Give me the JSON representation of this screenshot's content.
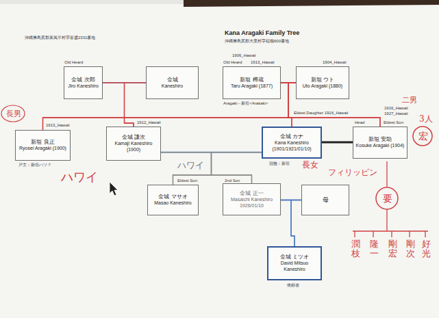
{
  "diagram": {
    "title": "Kana Aragaki Family Tree",
    "nodes": [
      {
        "text": [
          "金城 次郎",
          "Jiro Kaneshiro"
        ]
      },
      {
        "text": [
          "金城",
          "Kaneshiro"
        ]
      },
      {
        "text": [
          "新垣 樽蔵",
          "Taru Aragaki (1877)"
        ]
      },
      {
        "text": [
          "新垣 ウト",
          "Uto Aragaki (1880)"
        ]
      },
      {
        "text": [
          "新垣 良正",
          "Ryosei Aragaki (1900)"
        ]
      },
      {
        "text": [
          "金城 謙次",
          "Kamaji Kaneshiro (1900)"
        ]
      },
      {
        "text": [
          "金城 カナ",
          "Kana Kaneshiro (1901/1921/01/10)"
        ]
      },
      {
        "text": [
          "新垣 安助",
          "Kosuke Aragaki (1904)"
        ]
      },
      {
        "text": [
          "金城 マサオ",
          "Masao Kaneshiro"
        ]
      },
      {
        "text": [
          "金城 正一",
          "Masaichi Kaneshiro 1926/01/10"
        ]
      },
      {
        "text": [
          "母"
        ]
      },
      {
        "text": [
          "金城 ミツオ",
          "David Mitsuo Kaneshiro"
        ]
      }
    ],
    "edges": [
      {
        "from": 0,
        "to": 1,
        "arrow": "none"
      },
      {
        "from": 2,
        "to": 3,
        "arrow": "none"
      },
      {
        "from": 5,
        "to": 6,
        "arrow": "none"
      },
      {
        "from": 9,
        "to": 10,
        "arrow": "none"
      },
      {
        "from": 0,
        "to": 5,
        "arrow": "none"
      },
      {
        "from": 1,
        "to": 5,
        "arrow": "none"
      },
      {
        "from": 2,
        "to": 4,
        "arrow": "none"
      },
      {
        "from": 3,
        "to": 4,
        "arrow": "none"
      },
      {
        "from": 2,
        "to": 6,
        "arrow": "none"
      },
      {
        "from": 3,
        "to": 6,
        "arrow": "none"
      },
      {
        "from": 2,
        "to": 7,
        "arrow": "none"
      },
      {
        "from": 3,
        "to": 7,
        "arrow": "none"
      },
      {
        "from": 5,
        "to": 8,
        "arrow": "none"
      },
      {
        "from": 6,
        "to": 8,
        "arrow": "none"
      },
      {
        "from": 5,
        "to": 9,
        "arrow": "none"
      },
      {
        "from": 6,
        "to": 9,
        "arrow": "none"
      },
      {
        "from": 9,
        "to": 11,
        "arrow": "none"
      },
      {
        "from": 10,
        "to": 11,
        "arrow": "none"
      }
    ],
    "labels": [
      "沖縄県島尻郡東風平村字富盛2331番地",
      "沖縄県島尻郡大里村字稲嶺600番地",
      "Old Heard",
      "1906_Hawaii",
      "Old Heard",
      "1913_Hawaii",
      "1904_Hawaii",
      "Aragaki→新垣<Arakaki>",
      "1913_Hawaii",
      "1912_Hawaii",
      "Eldest Daughter 1916_Hawaii",
      "Head",
      "Eldest Son",
      "1916_Hawaii",
      "1927_Hawaii",
      "戸主：新垣ハツ？",
      "旧姓：新垣",
      "Eldest Son",
      "2nd Son",
      "依頼者",
      "長男",
      "ハワイ",
      "ハワイ",
      "長女",
      "二男",
      "フィリッピン",
      "3人",
      "宏",
      "要",
      "潤枝",
      "隆一",
      "剛宏",
      "剛次",
      "好光"
    ]
  }
}
